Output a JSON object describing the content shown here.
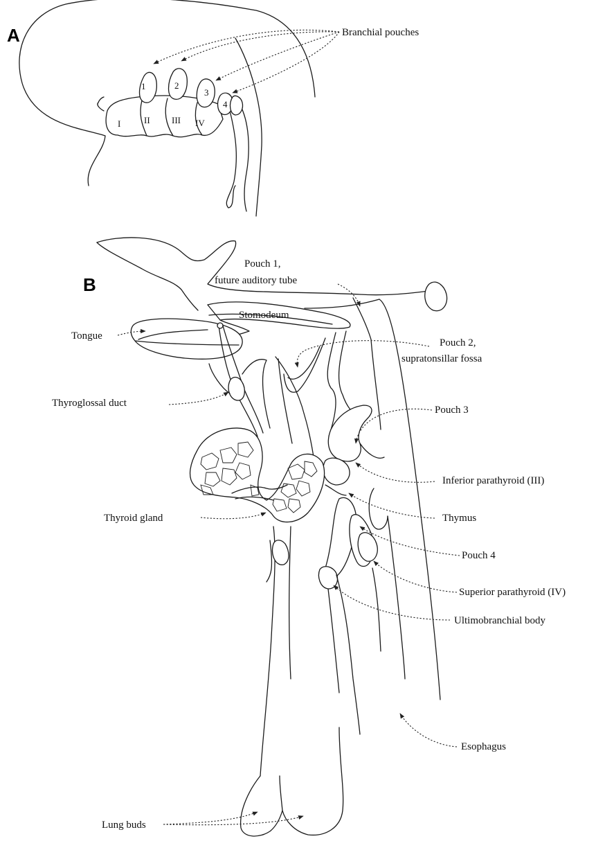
{
  "panel_a": {
    "letter": "A",
    "label": "Branchial pouches",
    "pouch_numbers": [
      "1",
      "2",
      "3",
      "4"
    ],
    "arch_numerals": [
      "I",
      "II",
      "III",
      "IV"
    ]
  },
  "panel_b": {
    "letter": "B",
    "stomodeum": "Stomodeum",
    "labels": {
      "pouch1_line1": "Pouch 1,",
      "pouch1_line2": "future auditory tube",
      "tongue": "Tongue",
      "pouch2_line1": "Pouch 2,",
      "pouch2_line2": "supratonsillar fossa",
      "thyroglossal": "Thyroglossal duct",
      "pouch3": "Pouch 3",
      "inf_parathyroid": "Inferior parathyroid (III)",
      "thyroid": "Thyroid gland",
      "thymus": "Thymus",
      "pouch4": "Pouch 4",
      "sup_parathyroid": "Superior parathyroid (IV)",
      "ultimobranchial": "Ultimobranchial body",
      "esophagus": "Esophagus",
      "lung_buds": "Lung buds"
    }
  }
}
